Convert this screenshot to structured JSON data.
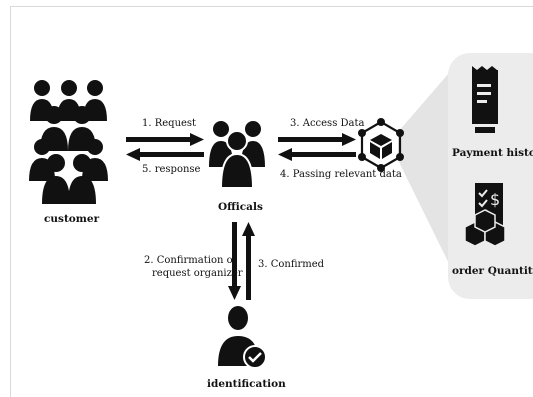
{
  "nodes": {
    "customer": "customer",
    "officials": "Officals",
    "identification": "identification",
    "payment_history": "Payment history",
    "order_quantity": "order Quantity"
  },
  "edges": {
    "request": "1. Request",
    "response": "5. response",
    "access_data": "3. Access Data",
    "passing_data": "4. Passing relevant data",
    "confirmation_line1": "2. Confirmation of",
    "confirmation_line2": "request organizer",
    "confirmed": "3. Confirmed"
  },
  "colors": {
    "ink": "#111111",
    "panel": "#ececec",
    "wedge": "#e4e4e4"
  },
  "icons": {
    "customer": "crowd-icon",
    "officials": "group-icon",
    "identification": "verified-user-icon",
    "data_store": "blockchain-cube-icon",
    "payment_history": "receipt-icon",
    "order_quantity": "checklist-boxes-icon"
  }
}
